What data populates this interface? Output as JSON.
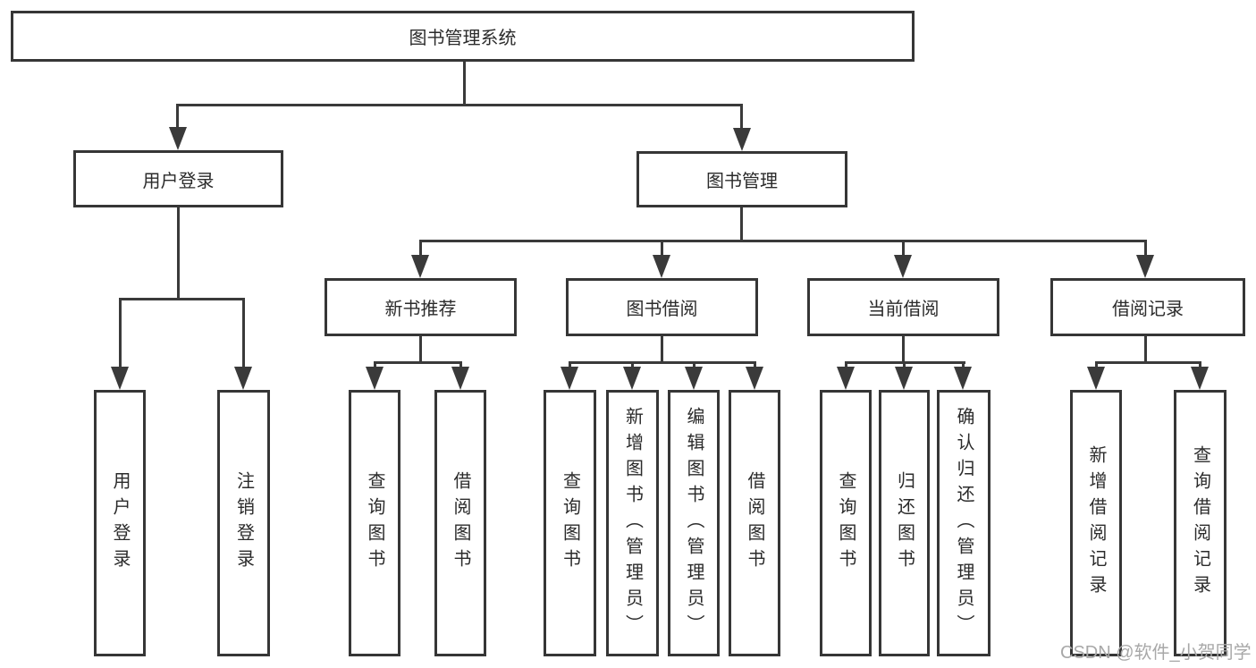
{
  "diagram": {
    "root_label": "图书管理系统",
    "user_login": {
      "label": "用户登录",
      "children": [
        "用户登录",
        "注销登录"
      ]
    },
    "book_management": {
      "label": "图书管理",
      "groups": [
        {
          "label": "新书推荐",
          "children": [
            "查询图书",
            "借阅图书"
          ]
        },
        {
          "label": "图书借阅",
          "children": [
            "查询图书",
            "新增图书（管理员）",
            "编辑图书（管理员）",
            "借阅图书"
          ]
        },
        {
          "label": "当前借阅",
          "children": [
            "查询图书",
            "归还图书",
            "确认归还（管理员）"
          ]
        },
        {
          "label": "借阅记录",
          "children": [
            "新增借阅记录",
            "查询借阅记录"
          ]
        }
      ]
    }
  },
  "watermark": "CSDN @软件_小贺同学"
}
